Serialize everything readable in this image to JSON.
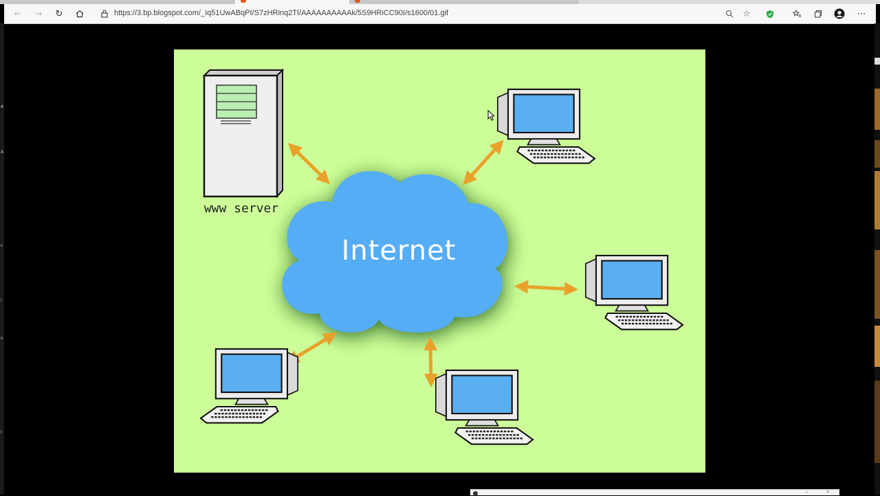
{
  "browser": {
    "url": "https://3.bp.blogspot.com/_Iq51UwABqPI/S7zHRinq2TI/AAAAAAAAAAk/5S9HRiCC90I/s1600/01.gif",
    "icons": {
      "back": "back-arrow-icon",
      "forward": "forward-arrow-icon",
      "refresh": "refresh-icon",
      "home": "home-icon",
      "lock": "lock-icon",
      "zoom": "zoom-icon",
      "favorite": "star-icon",
      "extension": "shield-extension-icon",
      "favorites_bar": "favorites-icon",
      "collections": "collections-icon",
      "profile": "profile-icon",
      "menu": "more-menu-icon"
    },
    "accent": "#e5571d"
  },
  "diagram": {
    "cloud_label": "Internet",
    "server_label": "www server",
    "background": "#cdfd98",
    "cloud_color": "#55adf5",
    "arrow_color": "#e8a22a",
    "screen_color": "#5aaff0"
  }
}
